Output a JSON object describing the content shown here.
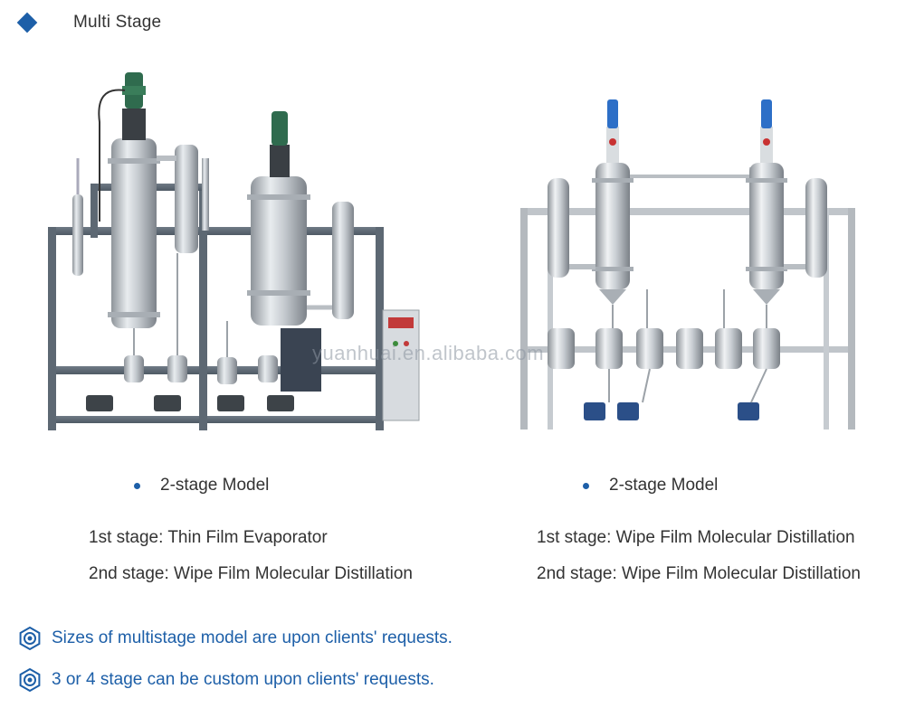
{
  "header": {
    "title": "Multi Stage"
  },
  "watermark": "yuanhuai.en.alibaba.com",
  "left": {
    "caption": "2-stage Model",
    "stage1": "1st stage: Thin Film Evaporator",
    "stage2": "2nd stage: Wipe Film Molecular Distillation"
  },
  "right": {
    "caption": "2-stage Model",
    "stage1": "1st stage: Wipe Film Molecular Distillation",
    "stage2": "2nd stage: Wipe Film Molecular Distillation"
  },
  "notes": [
    "Sizes of multistage model are upon clients' requests.",
    "3 or 4 stage can be custom upon clients' requests."
  ],
  "colors": {
    "accent": "#1d5fa8",
    "text": "#333333"
  },
  "icons": {
    "header": "diamond-icon",
    "note": "gear-icon"
  }
}
